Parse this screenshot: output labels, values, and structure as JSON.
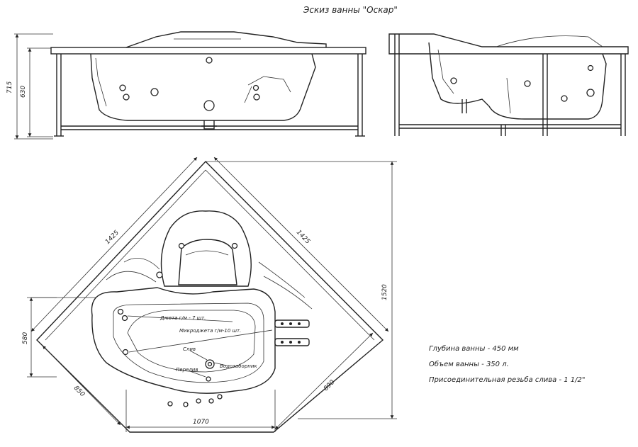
{
  "title": "Эскиз ванны \"Оскар\"",
  "front_view": {
    "dim_height_total": "715",
    "dim_height_rim": "630"
  },
  "plan_view": {
    "dim_side_left": "1425",
    "dim_side_right": "1425",
    "dim_diagonal_height": "1520",
    "dim_left_depth": "580",
    "dim_left_offset": "850",
    "dim_right_offset": "890",
    "dim_bottom_width": "1070",
    "labels": {
      "jets": "Джета г/м - 7 шт.",
      "micro_jets": "Микроджета г/м-10 шт.",
      "drain": "Слив",
      "overflow": "Перелив",
      "water_supply": "Водозаборник"
    }
  },
  "notes": [
    "Глубина ванны - 450 мм",
    "Объем ванны - 350 л.",
    "Присоединительная резьба слива - 1 1/2\""
  ]
}
